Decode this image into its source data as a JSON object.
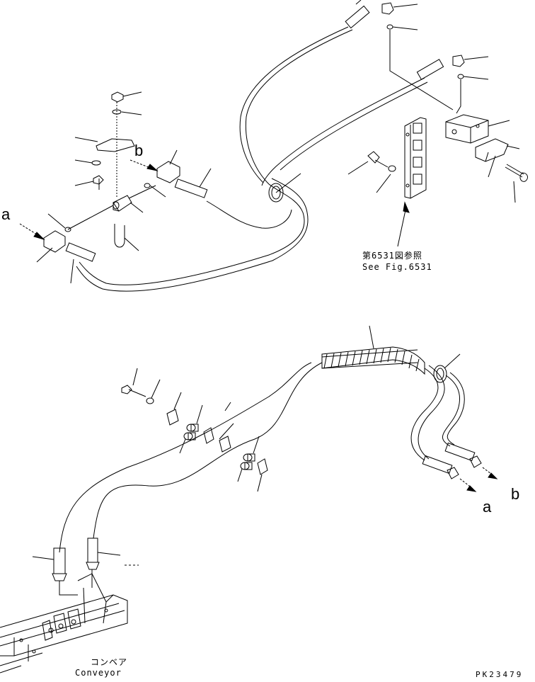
{
  "labels": {
    "a_top": "a",
    "b_top": "b",
    "a_bottom": "a",
    "b_bottom": "b"
  },
  "reference": {
    "jp": "第6531図参照",
    "en": "See Fig.6531"
  },
  "conveyor": {
    "jp": "コンベア",
    "en": "Conveyor"
  },
  "drawing_code": "PK23479",
  "colors": {
    "line": "#000000",
    "background": "#ffffff"
  }
}
